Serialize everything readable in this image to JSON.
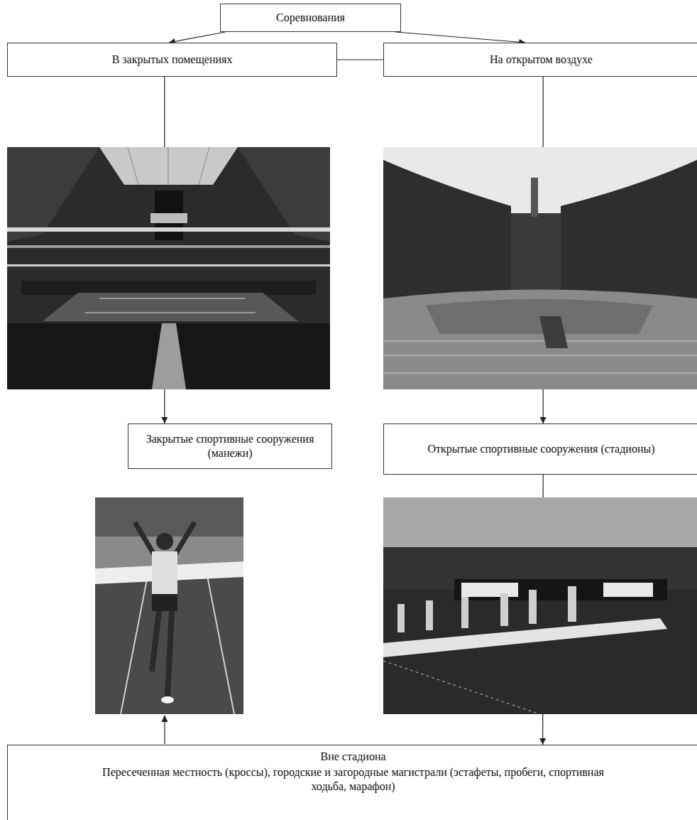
{
  "diagram": {
    "nodes": [
      {
        "text": [
          "Соревнования"
        ]
      },
      {
        "text": [
          "В закрытых помещениях"
        ]
      },
      {
        "text": [
          "На открытом воздухе"
        ]
      },
      {
        "text": [
          "Закрытые спортивные сооружения (манежи)"
        ]
      },
      {
        "text": [
          "Открытые спортивные сооружения (стадионы)"
        ]
      },
      {
        "text": [
          "Вне стадиона",
          "Пересеченная местность (кроссы), городские и загородные магистрали (эстафеты, пробеги, спортивная ходьба, марафон)"
        ]
      }
    ],
    "edges": [
      {
        "from": 0,
        "to": 1,
        "arrow": "to"
      },
      {
        "from": 0,
        "to": 2,
        "arrow": "to"
      },
      {
        "from": 1,
        "to": 2,
        "arrow": "none"
      },
      {
        "from": 1,
        "to": 3,
        "arrow": "to"
      },
      {
        "from": 2,
        "to": 4,
        "arrow": "to"
      },
      {
        "from": 4,
        "to": 5,
        "arrow": "to"
      }
    ]
  }
}
